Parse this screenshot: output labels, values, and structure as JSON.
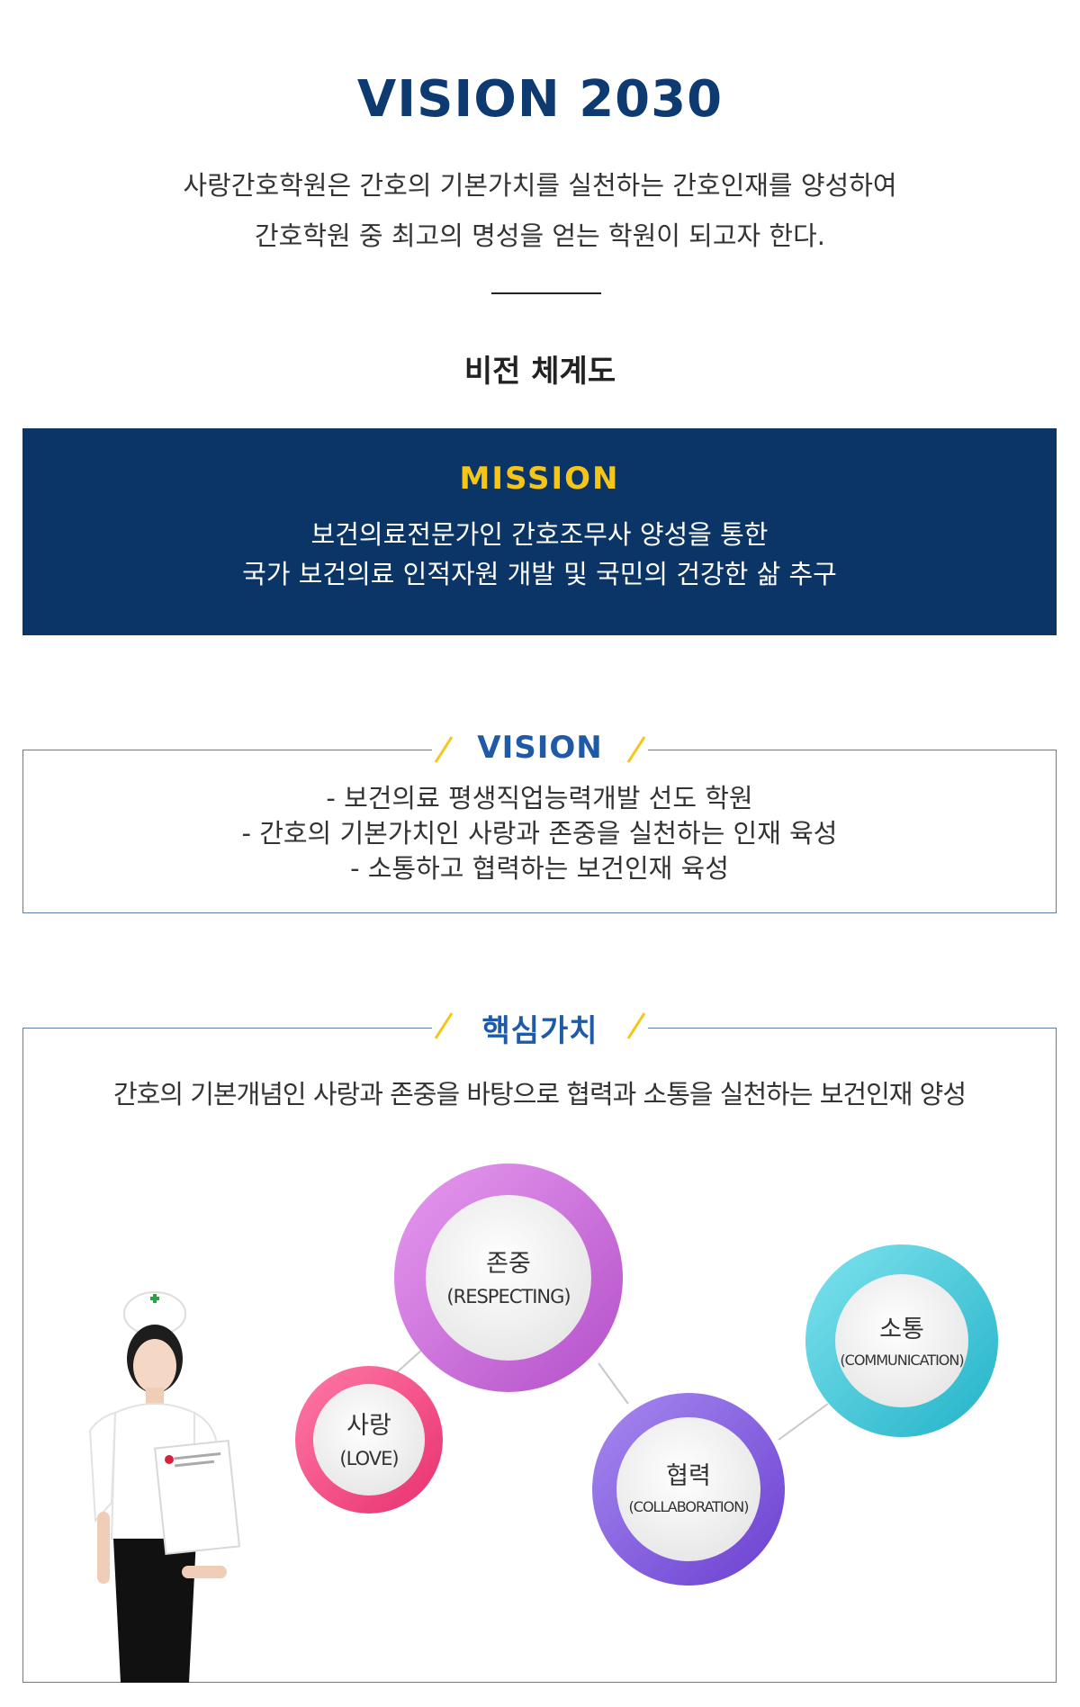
{
  "header": {
    "title": "VISION 2030",
    "intro_line1": "사랑간호학원은 간호의 기본가치를 실천하는 간호인재를 양성하여",
    "intro_line2": "간호학원 중 최고의 명성을 얻는 학원이 되고자 한다.",
    "subheading": "비전 체계도"
  },
  "mission": {
    "title": "MISSION",
    "line1": "보건의료전문가인 간호조무사 양성을 통한",
    "line2": "국가 보건의료 인적자원 개발 및 국민의 건강한 삶 추구"
  },
  "vision": {
    "title": "VISION",
    "items": [
      "- 보건의료 평생직업능력개발 선도 학원",
      "- 간호의 기본가치인 사랑과 존중을 실천하는 인재 육성",
      "- 소통하고 협력하는 보건인재 육성"
    ]
  },
  "core_values": {
    "title": "핵심가치",
    "description": "간호의 기본개념인 사랑과 존중을 바탕으로 협력과 소통을 실천하는 보건인재 양성",
    "values": [
      {
        "ko": "사랑",
        "en": "(LOVE)"
      },
      {
        "ko": "존중",
        "en": "(RESPECTING)"
      },
      {
        "ko": "협력",
        "en": "(COLLABORATION)"
      },
      {
        "ko": "소통",
        "en": "(COMMUNICATION)"
      }
    ]
  },
  "colors": {
    "navy": "#0b3566",
    "title_blue": "#0e3a72",
    "accent_yellow": "#f5c518",
    "tag_blue": "#1e5aa8",
    "love_pink": "#f2558c",
    "respect_purple": "#d476de",
    "collab_violet": "#8a5ce0",
    "comm_cyan": "#3cc6d6"
  }
}
